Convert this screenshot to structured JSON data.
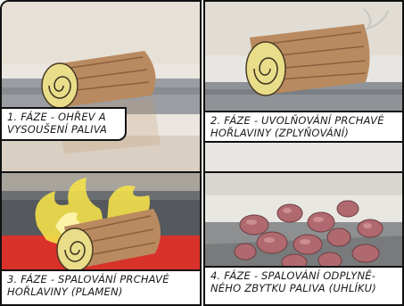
{
  "panels": [
    {
      "id": "phase-1",
      "caption_line1": "1. FÁZE - OHŘEV A",
      "caption_line2": "VYSOUŠENÍ PALIVA",
      "scene": "log-heating"
    },
    {
      "id": "phase-2",
      "caption_line1": "2. FÁZE - UVOLŇOVÁNÍ PRCHAVÉ",
      "caption_line2": "HOŘLAVINY (ZPLYŇOVÁNÍ)",
      "scene": "log-gasifying"
    },
    {
      "id": "phase-3",
      "caption_line1": "3. FÁZE - SPALOVÁNÍ PRCHAVÉ",
      "caption_line2": "HOŘLAVINY (PLAMEN)",
      "scene": "log-flame"
    },
    {
      "id": "phase-4",
      "caption_line1": "4. FÁZE - SPALOVÁNÍ ODPLYNĚ-",
      "caption_line2": "NÉHO ZBYTKU PALIVA (UHLÍKU)",
      "scene": "charcoal-embers"
    }
  ],
  "colors": {
    "wood": "#b98a60",
    "wood_dark": "#8a5f3c",
    "log_end": "#e9dd8a",
    "stone": "#8f9397",
    "flame": "#f3e04a",
    "fire_red": "#d8322a",
    "ember": "#b06a6f"
  }
}
